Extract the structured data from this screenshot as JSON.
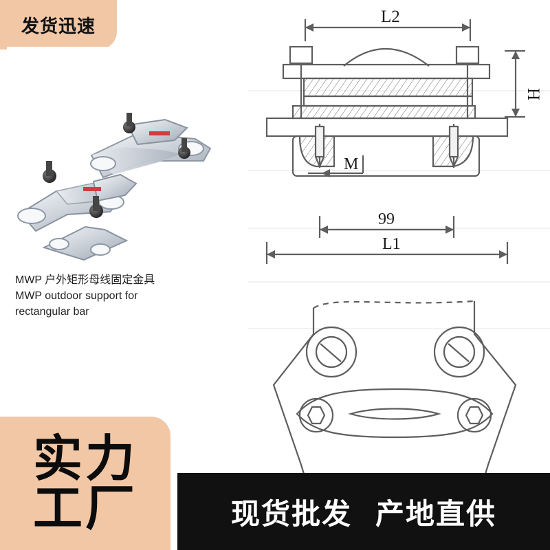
{
  "top_badge": "发货迅速",
  "caption": {
    "line1": "MWP 户外矩形母线固定金具",
    "line2": "MWP outdoor support for",
    "line3": "rectangular bar"
  },
  "diagram": {
    "label_l2": "L2",
    "label_h": "H",
    "label_m": "M",
    "label_99": "99",
    "label_l1": "L1"
  },
  "bottom_left": {
    "line1": "实力",
    "line2": "工厂"
  },
  "bottom_right": {
    "part1": "现货批发",
    "part2": "产地直供"
  },
  "colors": {
    "accent": "#f1c7a6",
    "dark": "#111111",
    "metal": "#d9dde3"
  }
}
